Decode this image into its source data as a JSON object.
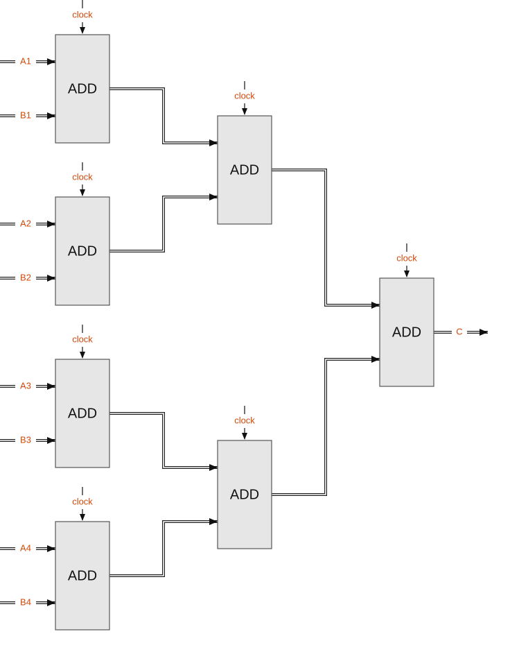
{
  "colors": {
    "label": "#d04a0a",
    "box_fill": "#e6e6e6",
    "box_stroke": "#555555",
    "wire": "#222222"
  },
  "clock_label": "clock",
  "adders": [
    {
      "id": "add-1",
      "label": "ADD"
    },
    {
      "id": "add-2",
      "label": "ADD"
    },
    {
      "id": "add-3",
      "label": "ADD"
    },
    {
      "id": "add-4",
      "label": "ADD"
    },
    {
      "id": "add-5",
      "label": "ADD"
    },
    {
      "id": "add-6",
      "label": "ADD"
    },
    {
      "id": "add-7",
      "label": "ADD"
    }
  ],
  "inputs": [
    "A1",
    "B1",
    "A2",
    "B2",
    "A3",
    "B3",
    "A4",
    "B4"
  ],
  "output": "C"
}
